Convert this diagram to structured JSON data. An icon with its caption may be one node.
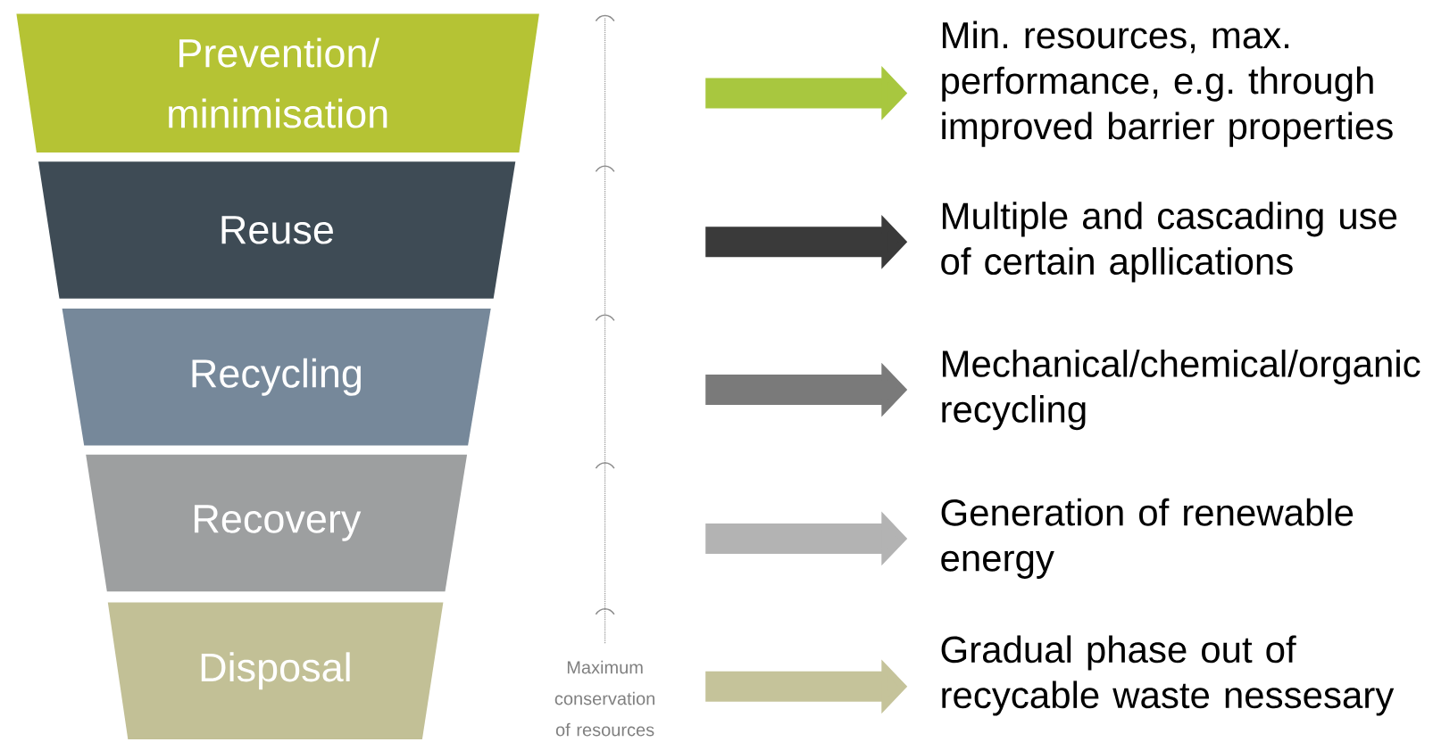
{
  "diagram": {
    "nodes": [
      {
        "text": [
          "Prevention/ minimisation"
        ]
      },
      {
        "text": [
          "Reuse"
        ]
      },
      {
        "text": [
          "Recycling"
        ]
      },
      {
        "text": [
          "Recovery"
        ]
      },
      {
        "text": [
          "Disposal"
        ]
      },
      {
        "text": [
          "Min. resources, max. performance, e.g. through improved barrier properties"
        ]
      },
      {
        "text": [
          "Multiple and cascading use of certain apllications"
        ]
      },
      {
        "text": [
          "Mechanical/chemical/organic recycling"
        ]
      },
      {
        "text": [
          "Generation of renewable energy"
        ]
      },
      {
        "text": [
          "Gradual phase out of recycable waste nessesary"
        ]
      }
    ],
    "edges": [
      {
        "from": null,
        "to": 5,
        "arrow": "to",
        "color": "#a8c73f"
      },
      {
        "from": null,
        "to": 6,
        "arrow": "to",
        "color": "#3a3a3a"
      },
      {
        "from": null,
        "to": 7,
        "arrow": "to",
        "color": "#7a7a7a"
      },
      {
        "from": null,
        "to": 8,
        "arrow": "to",
        "color": "#b3b3b3"
      },
      {
        "from": null,
        "to": 9,
        "arrow": "to",
        "color": "#c5c39a"
      }
    ],
    "labels": [
      "Maximum conservation of resources"
    ]
  }
}
